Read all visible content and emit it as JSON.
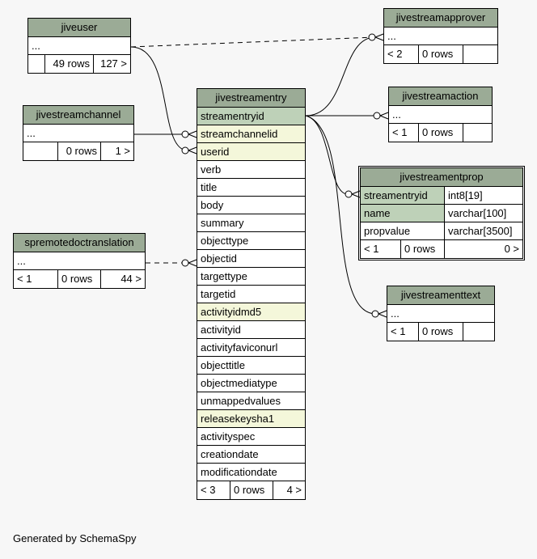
{
  "tables": {
    "jiveuser": {
      "name": "jiveuser",
      "ellipsis": "...",
      "meta": [
        "",
        "49 rows",
        "127 >"
      ]
    },
    "jivestreamchannel": {
      "name": "jivestreamchannel",
      "ellipsis": "...",
      "meta": [
        "",
        "0 rows",
        "1 >"
      ]
    },
    "spremotedoctranslation": {
      "name": "spremotedoctranslation",
      "ellipsis": "...",
      "meta": [
        "< 1",
        "0 rows",
        "44 >"
      ]
    },
    "jivestreamentry": {
      "name": "jivestreamentry",
      "columns": [
        {
          "name": "streamentryid",
          "kind": "pk"
        },
        {
          "name": "streamchannelid",
          "kind": "idx"
        },
        {
          "name": "userid",
          "kind": "idx"
        },
        {
          "name": "verb",
          "kind": ""
        },
        {
          "name": "title",
          "kind": ""
        },
        {
          "name": "body",
          "kind": ""
        },
        {
          "name": "summary",
          "kind": ""
        },
        {
          "name": "objecttype",
          "kind": ""
        },
        {
          "name": "objectid",
          "kind": ""
        },
        {
          "name": "targettype",
          "kind": ""
        },
        {
          "name": "targetid",
          "kind": ""
        },
        {
          "name": "activityidmd5",
          "kind": "idx"
        },
        {
          "name": "activityid",
          "kind": ""
        },
        {
          "name": "activityfaviconurl",
          "kind": ""
        },
        {
          "name": "objecttitle",
          "kind": ""
        },
        {
          "name": "objectmediatype",
          "kind": ""
        },
        {
          "name": "unmappedvalues",
          "kind": ""
        },
        {
          "name": "releasekeysha1",
          "kind": "idx"
        },
        {
          "name": "activityspec",
          "kind": ""
        },
        {
          "name": "creationdate",
          "kind": ""
        },
        {
          "name": "modificationdate",
          "kind": ""
        }
      ],
      "meta": [
        "< 3",
        "0 rows",
        "4 >"
      ]
    },
    "jivestreamapprover": {
      "name": "jivestreamapprover",
      "ellipsis": "...",
      "meta": [
        "< 2",
        "0 rows",
        ""
      ]
    },
    "jivestreamaction": {
      "name": "jivestreamaction",
      "ellipsis": "...",
      "meta": [
        "< 1",
        "0 rows",
        ""
      ]
    },
    "jivestreamentprop": {
      "name": "jivestreamentprop",
      "columns": [
        {
          "name": "streamentryid",
          "type": "int8[19]",
          "kind": "pk"
        },
        {
          "name": "name",
          "type": "varchar[100]",
          "kind": "pk"
        },
        {
          "name": "propvalue",
          "type": "varchar[3500]",
          "kind": ""
        }
      ],
      "meta": [
        "< 1",
        "0 rows",
        "0 >"
      ]
    },
    "jivestreamenttext": {
      "name": "jivestreamenttext",
      "ellipsis": "...",
      "meta": [
        "< 1",
        "0 rows",
        ""
      ]
    }
  },
  "footer": "Generated by SchemaSpy"
}
